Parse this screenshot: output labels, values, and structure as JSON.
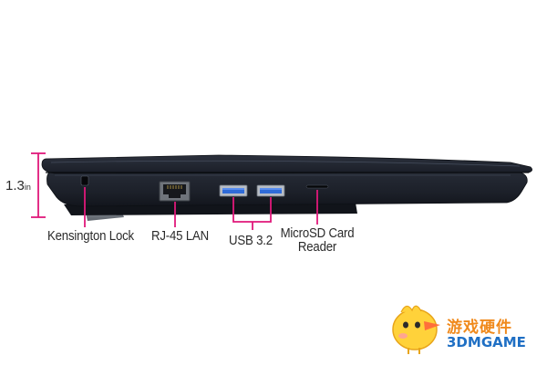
{
  "dimension": {
    "value": "1.3",
    "unit": "in"
  },
  "ports": {
    "kensington": "Kensington Lock",
    "rj45": "RJ-45 LAN",
    "usb": "USB 3.2",
    "microsd_line1": "MicroSD Card",
    "microsd_line2": "Reader"
  },
  "watermark": {
    "cn": "游戏硬件",
    "en": "3DMGAME"
  },
  "colors": {
    "accent": "#e0187a",
    "chassis": "#1f2430",
    "usb_port": "#2f6bd8",
    "label_text": "#2a2a2a",
    "watermark_orange": "#f08a1c",
    "watermark_blue": "#1f6fc4"
  }
}
